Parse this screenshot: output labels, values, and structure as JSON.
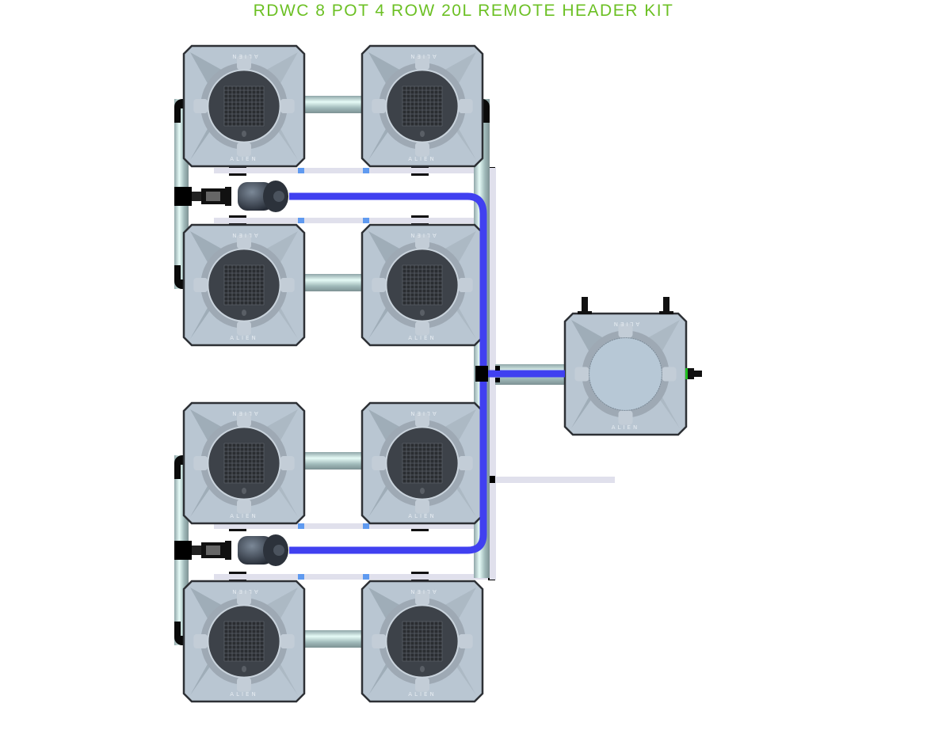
{
  "title": "RDWC 8 POT 4 ROW 20L REMOTE HEADER KIT",
  "pot_brand": "ALIEN",
  "pot_count": 8,
  "row_count": 4,
  "colors": {
    "title": "#6cc024",
    "pot": "#b9c6d2",
    "lid": "#3d4249",
    "pipe": "#a9c4c4",
    "hose": "#4040f0",
    "line": "#e0e0ec"
  }
}
